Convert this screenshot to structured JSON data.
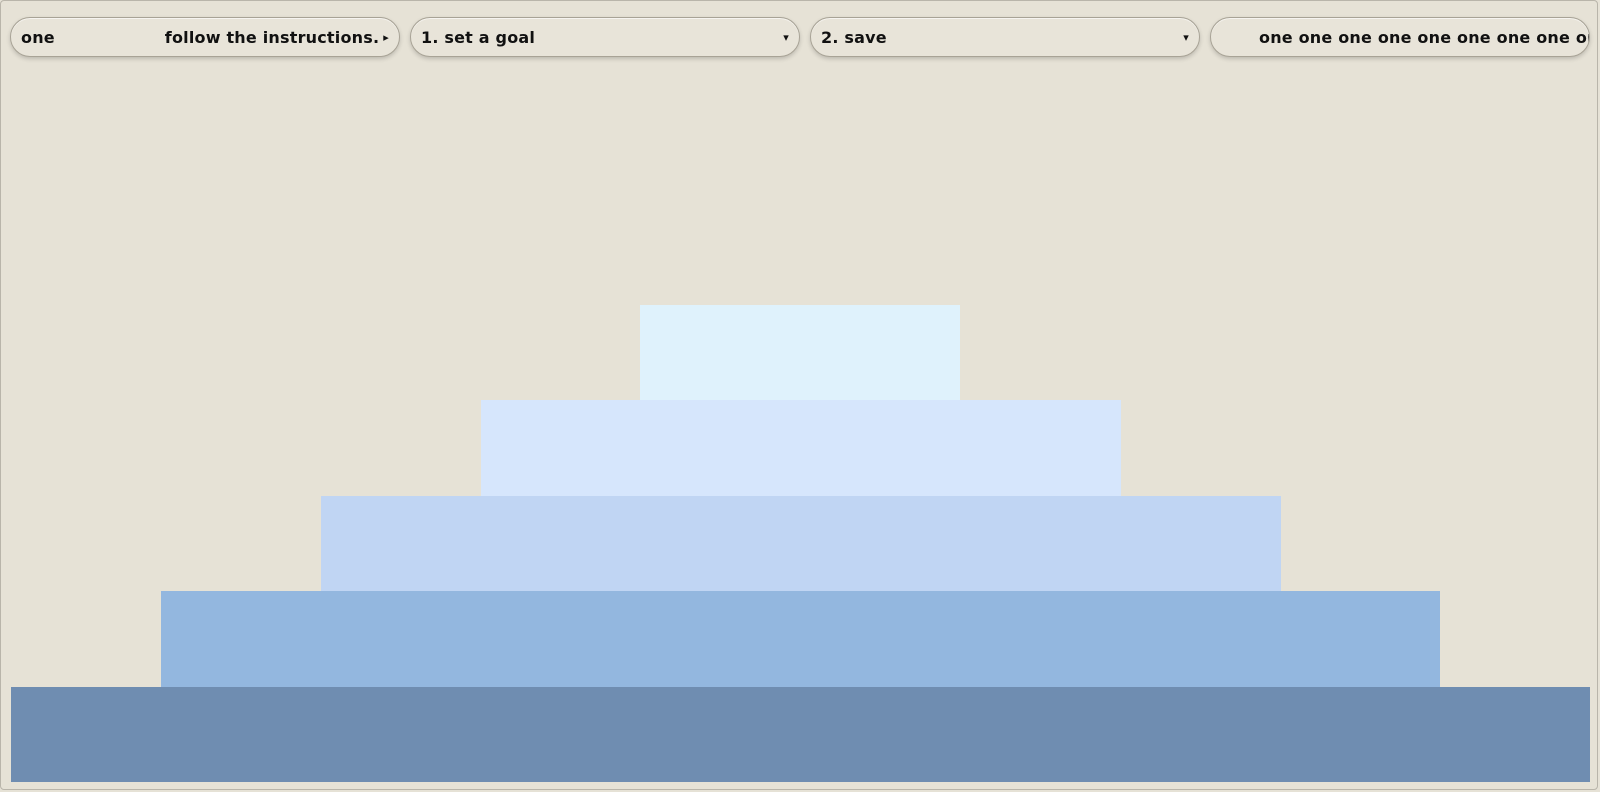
{
  "toolbar": {
    "intro": {
      "label": "one",
      "instruction": "follow the instructions.",
      "arrow": "▸"
    },
    "step1": {
      "label": "1. set a goal",
      "arrow": "▾"
    },
    "step2": {
      "label": "2. save",
      "arrow": "▾"
    },
    "ticker": {
      "text": "one one one one one one one one one one one"
    }
  },
  "pyramid": {
    "tiers": [
      {
        "name": "tier-1-top",
        "color": "#dff2fc"
      },
      {
        "name": "tier-2",
        "color": "#d6e6fc"
      },
      {
        "name": "tier-3",
        "color": "#c0d5f3"
      },
      {
        "name": "tier-4",
        "color": "#93b7df"
      },
      {
        "name": "tier-5-base",
        "color": "#6f8db1"
      }
    ]
  }
}
